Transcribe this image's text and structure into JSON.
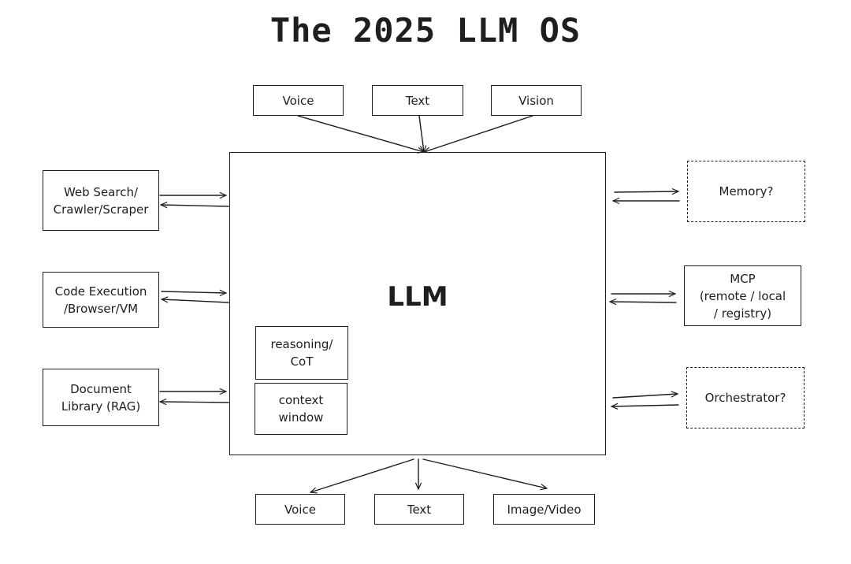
{
  "title": "The 2025 LLM OS",
  "core": {
    "label": "LLM",
    "internal": {
      "reasoning": "reasoning/\nCoT",
      "context": "context\nwindow"
    }
  },
  "inputs": {
    "voice": "Voice",
    "text": "Text",
    "vision": "Vision"
  },
  "outputs": {
    "voice": "Voice",
    "text": "Text",
    "image_video": "Image/Video"
  },
  "left_tools": {
    "web_search": "Web Search/\nCrawler/Scraper",
    "code_execution": "Code Execution\n/Browser/VM",
    "document_library": "Document\nLibrary (RAG)"
  },
  "right_tools": {
    "memory": "Memory?",
    "mcp": "MCP\n(remote / local\n/ registry)",
    "orchestrator": "Orchestrator?"
  }
}
